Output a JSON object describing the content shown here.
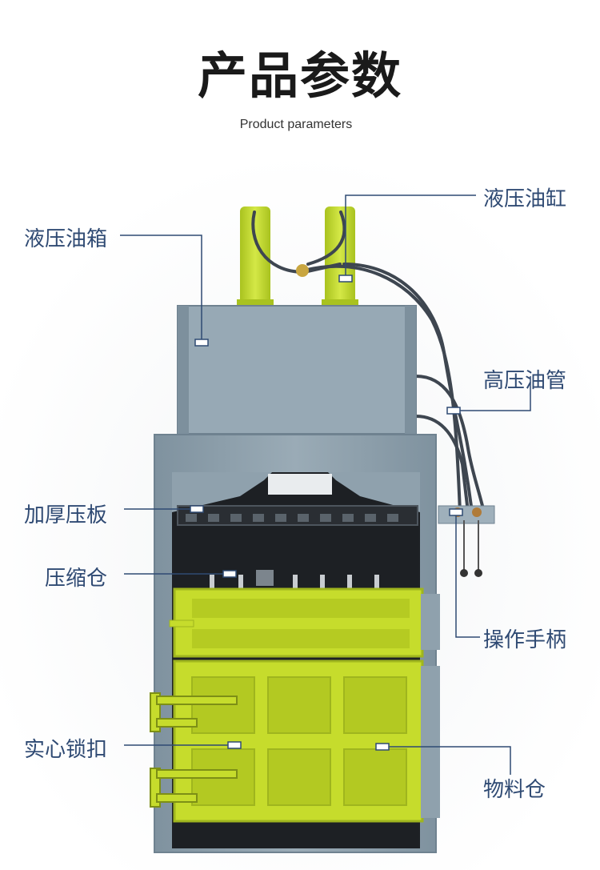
{
  "header": {
    "title": "产品参数",
    "subtitle": "Product parameters"
  },
  "labels": {
    "hydraulic_tank": "液压油箱",
    "hydraulic_cylinder": "液压油缸",
    "high_pressure_hose": "高压油管",
    "thick_press_plate": "加厚压板",
    "compression_chamber": "压缩仓",
    "control_handle": "操作手柄",
    "solid_lock": "实心锁扣",
    "material_chamber": "物料仓"
  },
  "colors": {
    "frame_gray": "#8fa1ad",
    "frame_dark": "#6f8290",
    "door_yellow": "#c6dc2c",
    "door_yellow_dark": "#9fb51e",
    "callout_line": "#2f4a73",
    "label_text": "#2f4a73"
  }
}
